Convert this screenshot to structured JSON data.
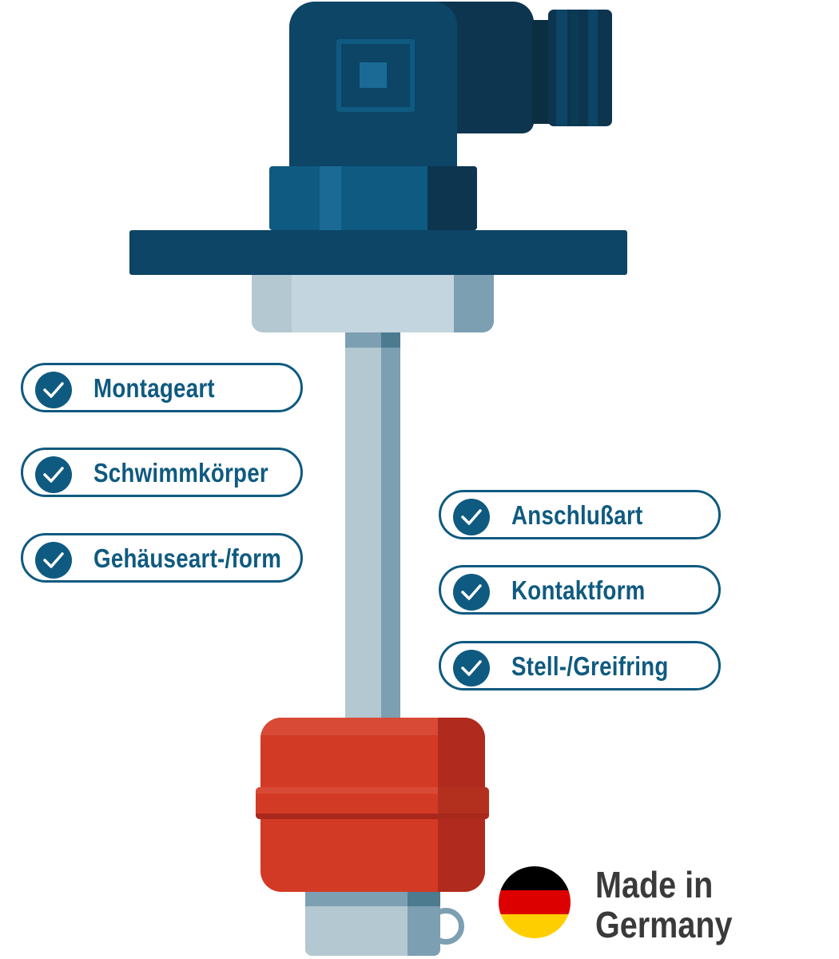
{
  "features_left": [
    {
      "label": "Montageart"
    },
    {
      "label": "Schwimmkörper"
    },
    {
      "label": "Gehäuseart-/form"
    }
  ],
  "features_right": [
    {
      "label": "Anschlußart"
    },
    {
      "label": "Kontaktform"
    },
    {
      "label": "Stell-/Greifring"
    }
  ],
  "badge": {
    "line1": "Made in",
    "line2": "Germany",
    "flag_icon": "german-flag-icon"
  },
  "colors": {
    "accent": "#0f5a80",
    "float": "#d33a25",
    "housing": "#0c4566"
  }
}
